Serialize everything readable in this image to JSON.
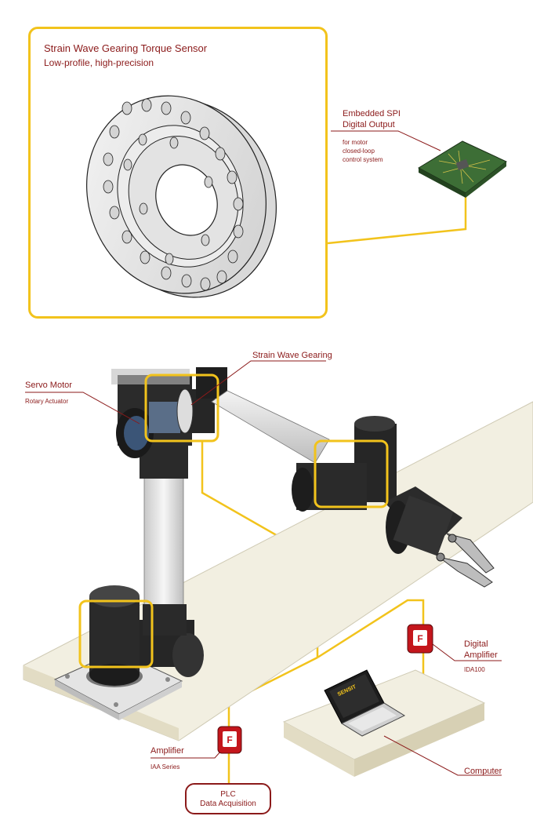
{
  "sensor": {
    "title": "Strain Wave Gearing Torque Sensor",
    "subtitle": "Low-profile, high-precision"
  },
  "spi": {
    "title_line1": "Embedded SPI",
    "title_line2": "Digital Output",
    "note_line1": "for motor",
    "note_line2": "closed-loop",
    "note_line3": "control system"
  },
  "servo": {
    "title": "Servo Motor",
    "sub": "Rotary Actuator"
  },
  "gearing": {
    "title": "Strain Wave Gearing"
  },
  "digital_amp": {
    "title_line1": "Digital",
    "title_line2": "Amplifier",
    "sub": "IDA100"
  },
  "amplifier": {
    "title": "Amplifier",
    "sub": "IAA Series"
  },
  "computer": {
    "title": "Computer"
  },
  "plc": {
    "line1": "PLC",
    "line2": "Data Acquisition"
  },
  "laptop_brand": "SENSIT",
  "colors": {
    "accent_yellow": "#f2c31c",
    "label_red": "#8b1a1a",
    "device_red": "#c4161c",
    "pcb_green": "#2f5f2c"
  }
}
